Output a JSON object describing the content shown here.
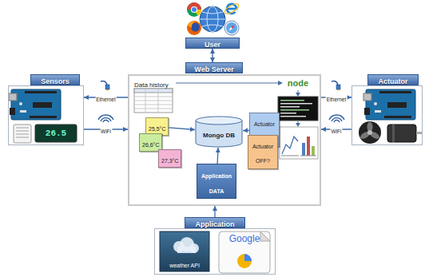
{
  "diagram": {
    "nodes": [
      {
        "text": [
          "User"
        ]
      },
      {
        "text": [
          "Web Server"
        ]
      },
      {
        "text": [
          "Sensors"
        ]
      },
      {
        "text": [
          "Data history"
        ]
      },
      {
        "text": [
          "Mongo DB"
        ],
        "in": 3
      },
      {
        "text": [
          "25,5°C"
        ],
        "in": 3
      },
      {
        "text": [
          "26,6°C"
        ],
        "in": 3
      },
      {
        "text": [
          "27,3°C"
        ],
        "in": 3
      },
      {
        "text": [
          "Actuator ON?"
        ],
        "in": 3
      },
      {
        "text": [
          "Actuator OFF?"
        ],
        "in": 3
      },
      {
        "text": [
          "Application DATA"
        ],
        "in": 3
      },
      {
        "text": [
          "Actuator"
        ]
      },
      {
        "text": [
          "Application"
        ]
      }
    ],
    "edges": [
      {
        "from": 0,
        "to": 1,
        "arrow": "both"
      },
      {
        "from": 3,
        "to": 2,
        "arrow": "to",
        "label": "Ethernet"
      },
      {
        "from": 2,
        "to": 3,
        "arrow": "to",
        "label": "WiFi"
      },
      {
        "from": 3,
        "to": 11,
        "arrow": "to",
        "label": "Ethernet"
      },
      {
        "from": 11,
        "to": 3,
        "arrow": "to",
        "label": "WiFi"
      },
      {
        "from": 12,
        "to": 3,
        "arrow": "to"
      },
      {
        "from": 5,
        "to": 4,
        "arrow": "to"
      },
      {
        "from": 8,
        "to": 4,
        "arrow": "to"
      },
      {
        "from": 10,
        "to": 4,
        "arrow": "to"
      }
    ],
    "labels": [
      "26.5",
      "node",
      "weather API",
      "Google"
    ]
  }
}
